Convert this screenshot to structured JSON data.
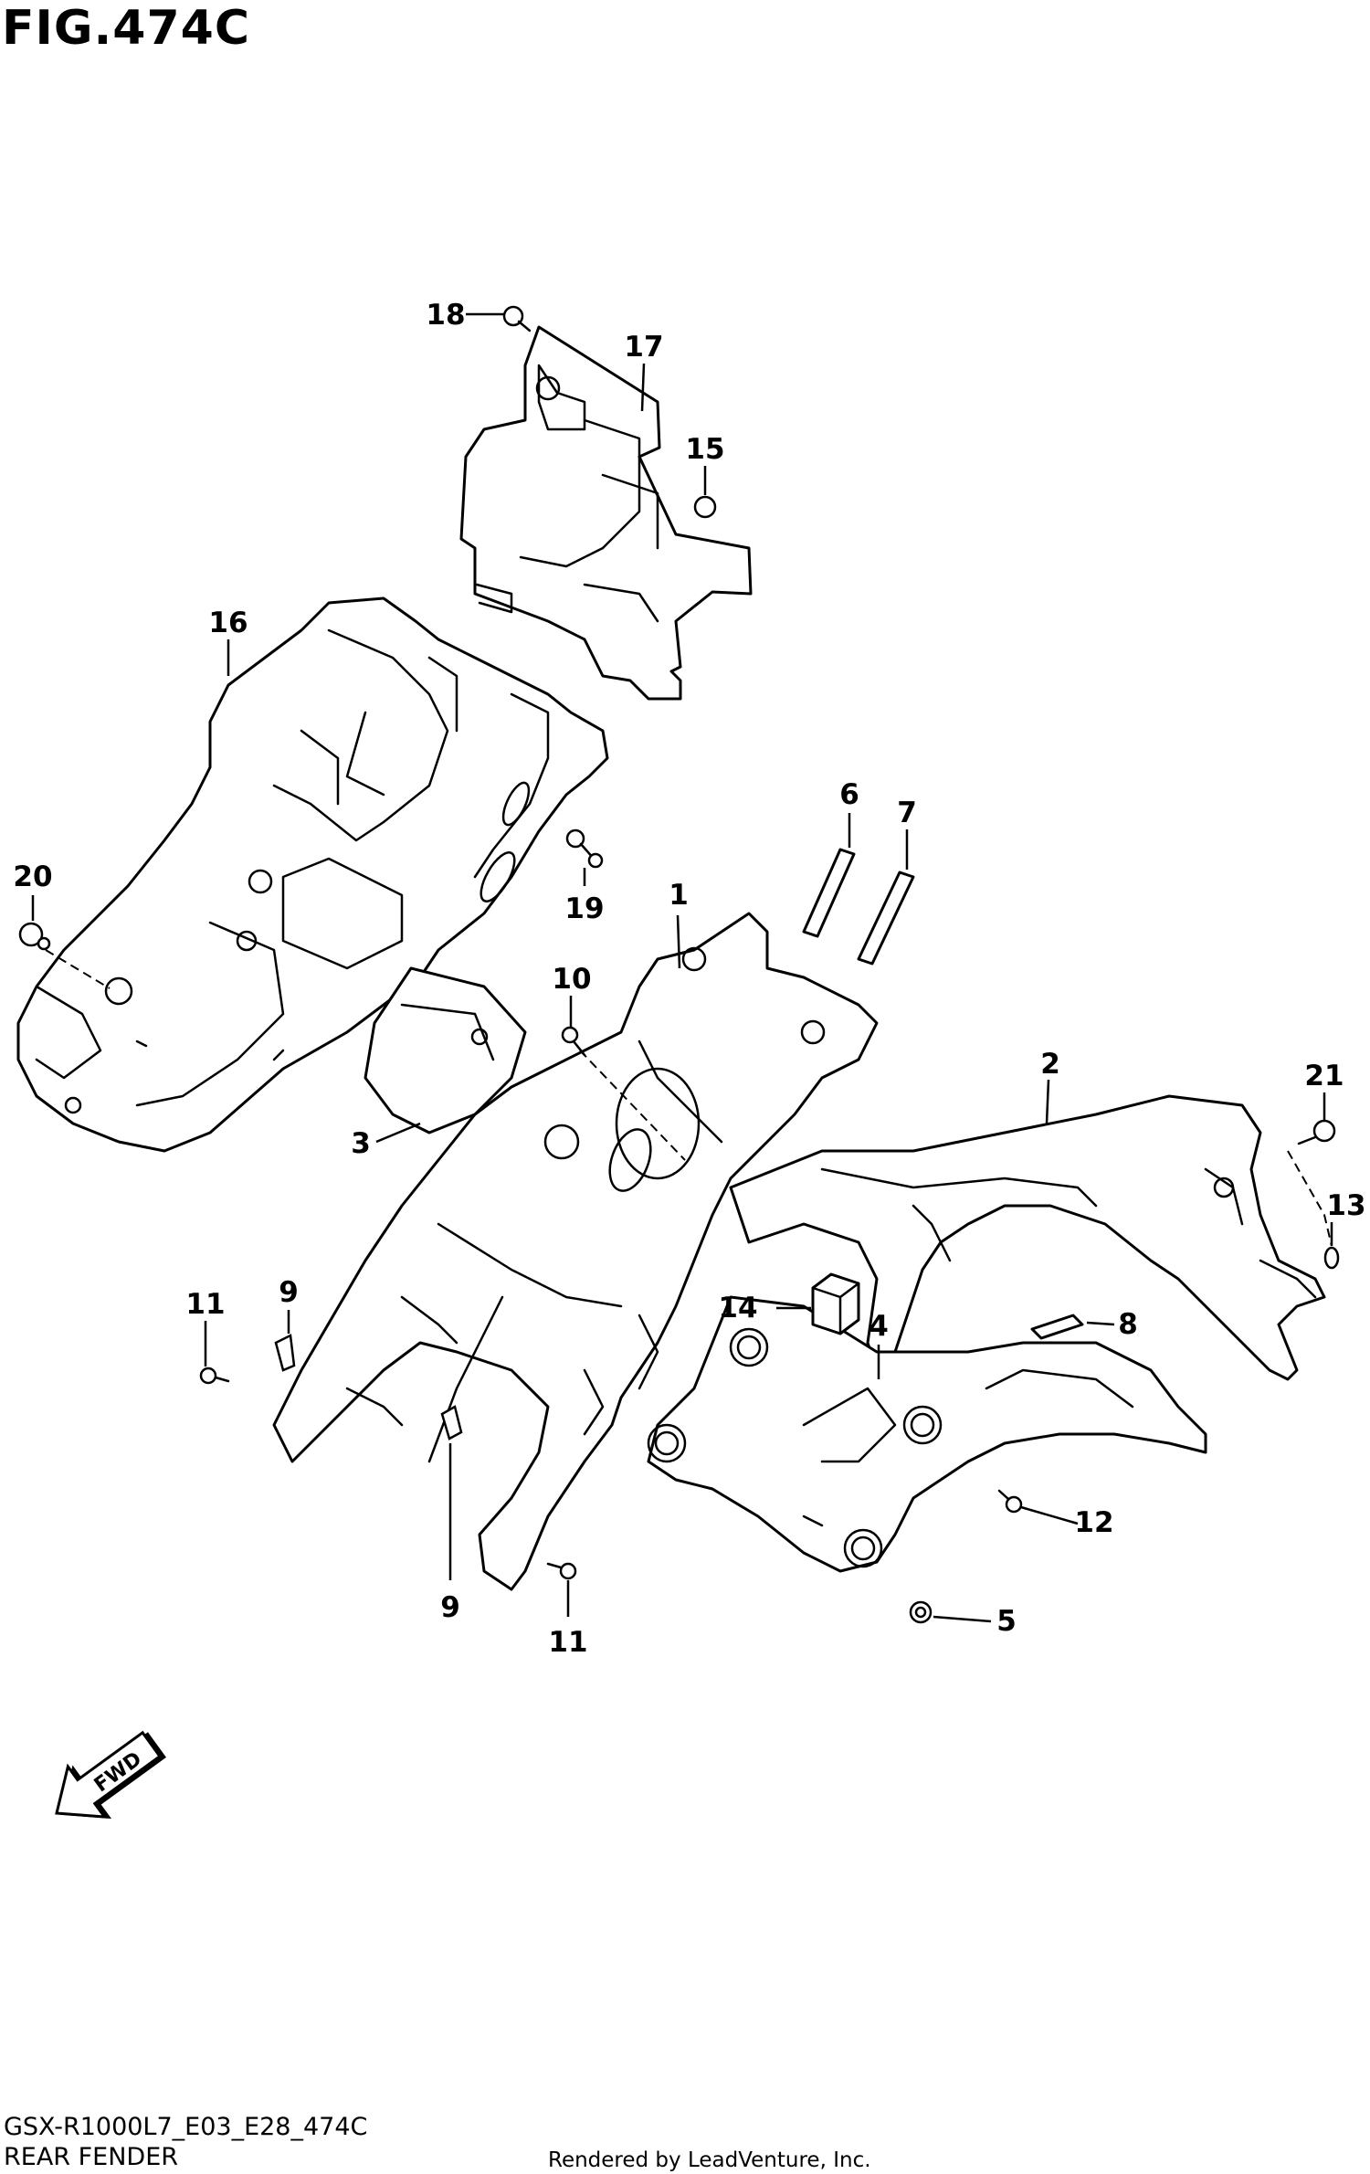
{
  "figure": {
    "title": "FIG.474C",
    "code": "GSX-R1000L7_E03_E28_474C",
    "name": "REAR FENDER",
    "credit": "Rendered by LeadVenture, Inc.",
    "direction_arrow": "FWD"
  },
  "callouts": [
    {
      "id": "1",
      "label": "1"
    },
    {
      "id": "2",
      "label": "2"
    },
    {
      "id": "3",
      "label": "3"
    },
    {
      "id": "4",
      "label": "4"
    },
    {
      "id": "5",
      "label": "5"
    },
    {
      "id": "6",
      "label": "6"
    },
    {
      "id": "7",
      "label": "7"
    },
    {
      "id": "8",
      "label": "8"
    },
    {
      "id": "9a",
      "label": "9"
    },
    {
      "id": "9b",
      "label": "9"
    },
    {
      "id": "10",
      "label": "10"
    },
    {
      "id": "11a",
      "label": "11"
    },
    {
      "id": "11b",
      "label": "11"
    },
    {
      "id": "12",
      "label": "12"
    },
    {
      "id": "13",
      "label": "13"
    },
    {
      "id": "14",
      "label": "14"
    },
    {
      "id": "15",
      "label": "15"
    },
    {
      "id": "16",
      "label": "16"
    },
    {
      "id": "17",
      "label": "17"
    },
    {
      "id": "18",
      "label": "18"
    },
    {
      "id": "19",
      "label": "19"
    },
    {
      "id": "20",
      "label": "20"
    },
    {
      "id": "21",
      "label": "21"
    }
  ],
  "icons": {
    "direction": "fwd-arrow-icon",
    "parts": "exploded-parts-drawing"
  },
  "colors": {
    "ink": "#000000",
    "paper": "#ffffff"
  }
}
